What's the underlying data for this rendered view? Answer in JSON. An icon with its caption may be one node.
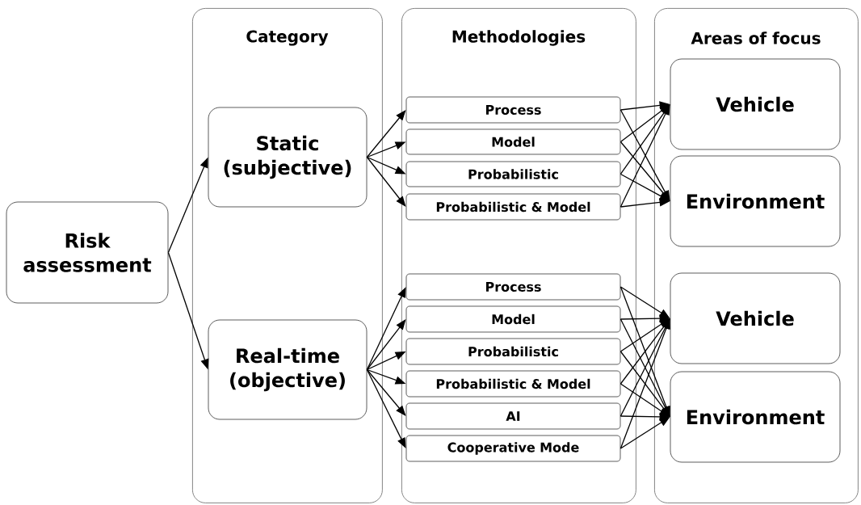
{
  "diagram": {
    "nodes": [
      {
        "text": [
          "Risk assessment"
        ]
      },
      {
        "text": [
          "Category"
        ]
      },
      {
        "text": [
          "Static (subjective)"
        ],
        "in": 1
      },
      {
        "text": [
          "Real-time (objective)"
        ],
        "in": 1
      },
      {
        "text": [
          "Methodologies"
        ]
      },
      {
        "text": [
          "Process"
        ],
        "in": 4
      },
      {
        "text": [
          "Model"
        ],
        "in": 4
      },
      {
        "text": [
          "Probabilistic"
        ],
        "in": 4
      },
      {
        "text": [
          "Probabilistic & Model"
        ],
        "in": 4
      },
      {
        "text": [
          "Process"
        ],
        "in": 4
      },
      {
        "text": [
          "Model"
        ],
        "in": 4
      },
      {
        "text": [
          "Probabilistic"
        ],
        "in": 4
      },
      {
        "text": [
          "Probabilistic & Model"
        ],
        "in": 4
      },
      {
        "text": [
          "AI"
        ],
        "in": 4
      },
      {
        "text": [
          "Cooperative Mode"
        ],
        "in": 4
      },
      {
        "text": [
          "Areas of focus"
        ]
      },
      {
        "text": [
          "Vehicle"
        ],
        "in": 15
      },
      {
        "text": [
          "Environment"
        ],
        "in": 15
      },
      {
        "text": [
          "Vehicle"
        ],
        "in": 15
      },
      {
        "text": [
          "Environment"
        ],
        "in": 15
      }
    ],
    "edges": [
      {
        "from": 0,
        "to": 2,
        "arrow": "to"
      },
      {
        "from": 0,
        "to": 3,
        "arrow": "to"
      },
      {
        "from": 2,
        "to": 5,
        "arrow": "to"
      },
      {
        "from": 2,
        "to": 6,
        "arrow": "to"
      },
      {
        "from": 2,
        "to": 7,
        "arrow": "to"
      },
      {
        "from": 2,
        "to": 8,
        "arrow": "to"
      },
      {
        "from": 3,
        "to": 9,
        "arrow": "to"
      },
      {
        "from": 3,
        "to": 10,
        "arrow": "to"
      },
      {
        "from": 3,
        "to": 11,
        "arrow": "to"
      },
      {
        "from": 3,
        "to": 12,
        "arrow": "to"
      },
      {
        "from": 3,
        "to": 13,
        "arrow": "to"
      },
      {
        "from": 3,
        "to": 14,
        "arrow": "to"
      },
      {
        "from": 5,
        "to": 16,
        "arrow": "to"
      },
      {
        "from": 5,
        "to": 17,
        "arrow": "to"
      },
      {
        "from": 6,
        "to": 16,
        "arrow": "to"
      },
      {
        "from": 6,
        "to": 17,
        "arrow": "to"
      },
      {
        "from": 7,
        "to": 16,
        "arrow": "to"
      },
      {
        "from": 7,
        "to": 17,
        "arrow": "to"
      },
      {
        "from": 8,
        "to": 16,
        "arrow": "to"
      },
      {
        "from": 8,
        "to": 17,
        "arrow": "to"
      },
      {
        "from": 9,
        "to": 18,
        "arrow": "to"
      },
      {
        "from": 9,
        "to": 19,
        "arrow": "to"
      },
      {
        "from": 10,
        "to": 18,
        "arrow": "to"
      },
      {
        "from": 10,
        "to": 19,
        "arrow": "to"
      },
      {
        "from": 11,
        "to": 18,
        "arrow": "to"
      },
      {
        "from": 11,
        "to": 19,
        "arrow": "to"
      },
      {
        "from": 12,
        "to": 18,
        "arrow": "to"
      },
      {
        "from": 12,
        "to": 19,
        "arrow": "to"
      },
      {
        "from": 13,
        "to": 18,
        "arrow": "to"
      },
      {
        "from": 13,
        "to": 19,
        "arrow": "to"
      },
      {
        "from": 14,
        "to": 18,
        "arrow": "to"
      },
      {
        "from": 14,
        "to": 19,
        "arrow": "to"
      }
    ]
  }
}
